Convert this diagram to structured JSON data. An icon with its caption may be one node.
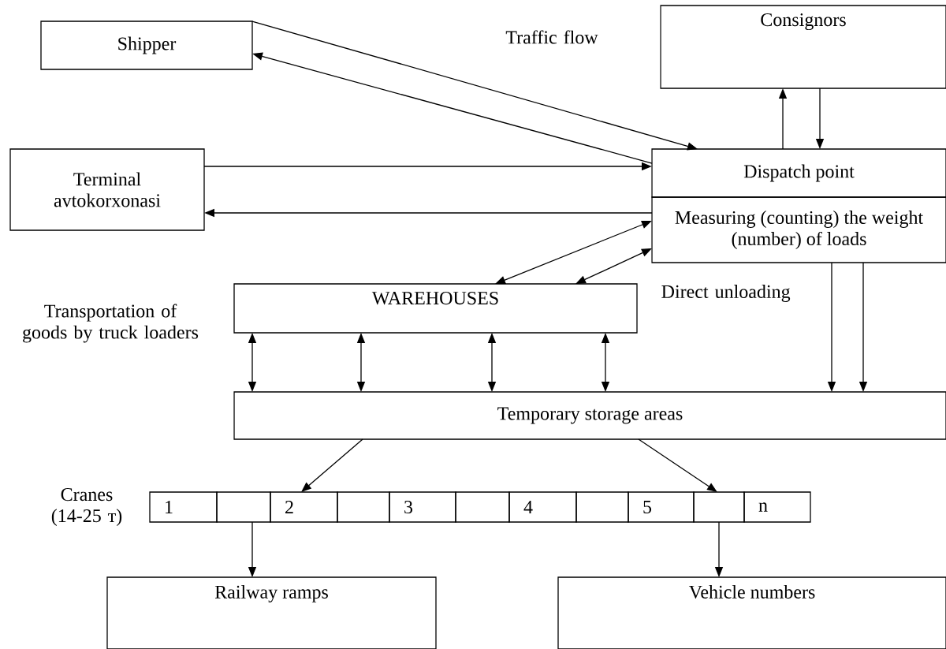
{
  "diagram": {
    "nodes": [
      {
        "text": [
          "Shipper"
        ]
      },
      {
        "text": [
          "Consignors"
        ]
      },
      {
        "text": [
          "Terminal avtokorxonasi"
        ]
      },
      {
        "text": [
          "Dispatch point"
        ]
      },
      {
        "text": [
          "Measuring (counting) the weight (number) of loads"
        ]
      },
      {
        "text": [
          "WAREHOUSES"
        ]
      },
      {
        "text": [
          "Temporary storage areas"
        ]
      },
      {
        "text": [
          "1"
        ]
      },
      {
        "text": [],
        "shape": "box"
      },
      {
        "text": [
          "2"
        ]
      },
      {
        "text": [],
        "shape": "box"
      },
      {
        "text": [
          "3"
        ]
      },
      {
        "text": [],
        "shape": "box"
      },
      {
        "text": [
          "4"
        ]
      },
      {
        "text": [],
        "shape": "box"
      },
      {
        "text": [
          "5"
        ]
      },
      {
        "text": [],
        "shape": "box"
      },
      {
        "text": [
          "n"
        ]
      },
      {
        "text": [
          "Railway ramps"
        ]
      },
      {
        "text": [
          "Vehicle numbers"
        ]
      }
    ],
    "edges": [
      {
        "from": 0,
        "to": 3,
        "arrow": "to"
      },
      {
        "from": 3,
        "to": 0,
        "arrow": "to"
      },
      {
        "from": 2,
        "to": 3,
        "arrow": "to"
      },
      {
        "from": 4,
        "to": 2,
        "arrow": "to"
      },
      {
        "from": 3,
        "to": 1,
        "arrow": "to"
      },
      {
        "from": 1,
        "to": 3,
        "arrow": "to"
      },
      {
        "from": 4,
        "to": 5,
        "arrow": "both"
      },
      {
        "from": 4,
        "to": 5,
        "arrow": "both"
      },
      {
        "from": 5,
        "to": 6,
        "arrow": "both"
      },
      {
        "from": 5,
        "to": 6,
        "arrow": "both"
      },
      {
        "from": 5,
        "to": 6,
        "arrow": "both"
      },
      {
        "from": 5,
        "to": 6,
        "arrow": "both"
      },
      {
        "from": 4,
        "to": 6,
        "arrow": "to"
      },
      {
        "from": 4,
        "to": 6,
        "arrow": "to"
      },
      {
        "from": 6,
        "to": 9,
        "arrow": "to"
      },
      {
        "from": 6,
        "to": 16,
        "arrow": "to"
      },
      {
        "from": 8,
        "to": 18,
        "arrow": "to"
      },
      {
        "from": 16,
        "to": 19,
        "arrow": "to"
      }
    ],
    "labels": [
      "Traffic flow",
      "Direct unloading",
      "Transportation of goods by truck loaders",
      "Cranes (14-25 т)"
    ]
  }
}
